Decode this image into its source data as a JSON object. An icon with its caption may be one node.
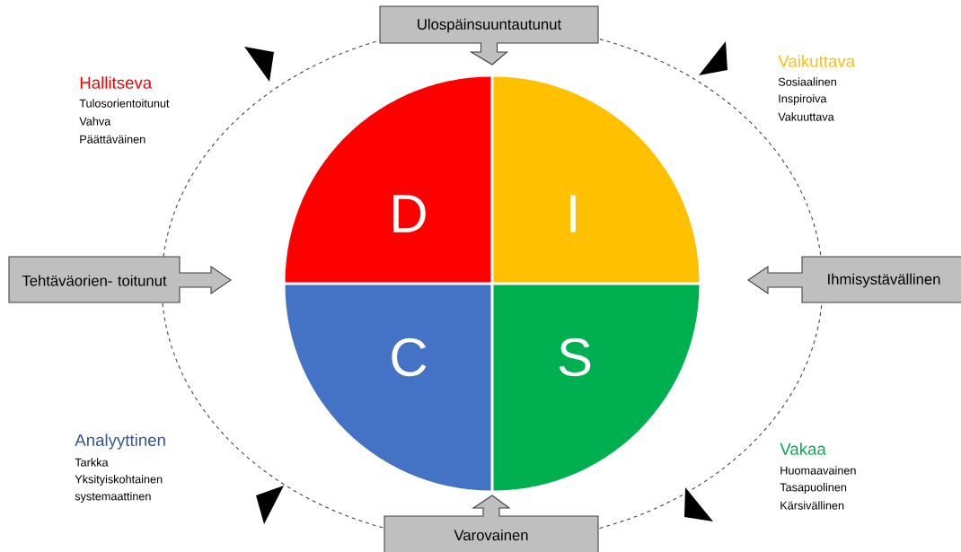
{
  "diagram": {
    "nodes": [
      {
        "text": [
          "Ulospäinsuuntautunut"
        ]
      },
      {
        "text": [
          "D"
        ]
      },
      {
        "text": [
          "I"
        ]
      },
      {
        "text": [
          "Tehtäväorien- toitunut"
        ]
      },
      {
        "text": [
          "Ihmisystävällinen"
        ]
      },
      {
        "text": [
          "C"
        ]
      },
      {
        "text": [
          "S"
        ]
      },
      {
        "text": [
          "Varovainen"
        ]
      }
    ],
    "labels": [
      "Hallitseva",
      "Tulosorientoitunut",
      "Vahva",
      "Päättäväinen",
      "Vaikuttava",
      "Sosiaalinen",
      "Inspiroiva",
      "Vakuuttava",
      "Analyyttinen",
      "Tarkka",
      "Yksityiskohtainen",
      "systemaattinen",
      "Vakaa",
      "Huomaavainen",
      "Tasapuolinen",
      "Kärsivällinen"
    ]
  }
}
